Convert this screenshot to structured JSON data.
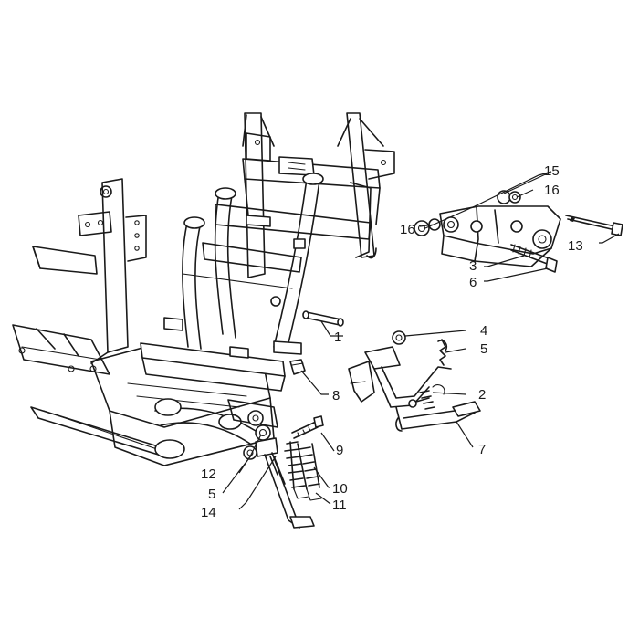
{
  "diagram": {
    "callouts": {
      "c1": "1",
      "c2": "2",
      "c3": "3",
      "c4": "4",
      "c5a": "5",
      "c5b": "5",
      "c6": "6",
      "c7": "7",
      "c8": "8",
      "c9": "9",
      "c10": "10",
      "c11": "11",
      "c12": "12",
      "c13": "13",
      "c14": "14",
      "c15": "15",
      "c16a": "16",
      "c16b": "16"
    }
  }
}
